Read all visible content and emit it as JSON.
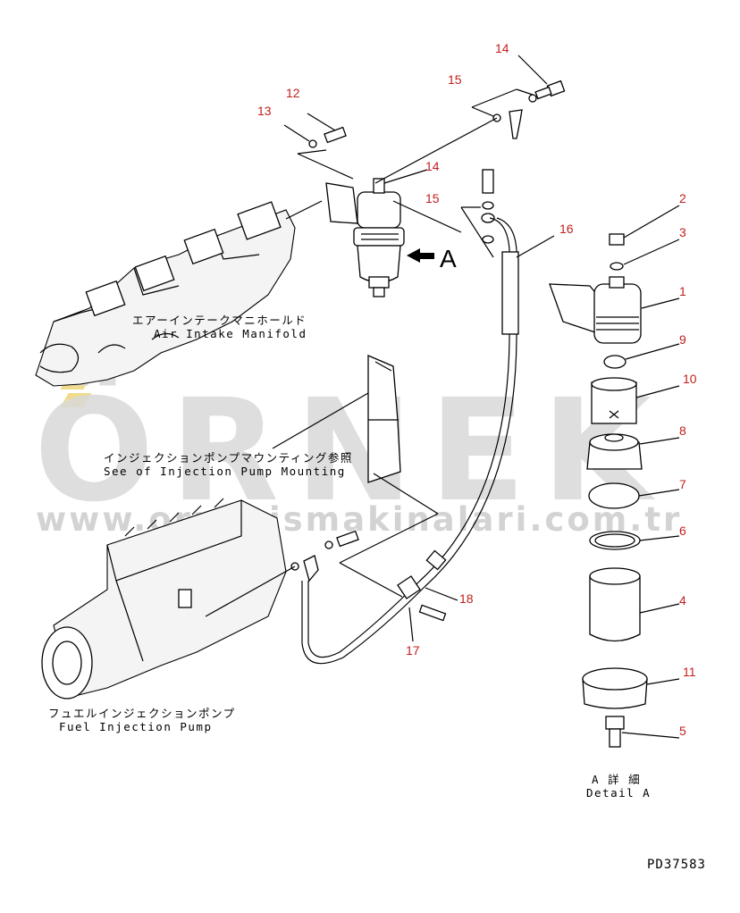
{
  "watermark": {
    "brand": "ÖRNEK",
    "url": "www.ornekismakinalari.com.tr"
  },
  "labels": {
    "manifold_jp": "エアーインテークマニホールド",
    "manifold_en": "Air Intake Manifold",
    "mounting_jp": "インジェクションポンプマウンティング参照",
    "mounting_en": "See of Injection Pump Mounting",
    "pump_jp": "フュエルインジェクションポンプ",
    "pump_en": "Fuel Injection Pump",
    "detail_jp": "A 詳 細",
    "detail_en": "Detail A",
    "view_letter": "A"
  },
  "drawing_code": "PD37583",
  "callouts": [
    "14",
    "15",
    "12",
    "13",
    "14",
    "15",
    "16",
    "2",
    "3",
    "1",
    "9",
    "10",
    "8",
    "7",
    "6",
    "4",
    "11",
    "5",
    "18",
    "17"
  ]
}
